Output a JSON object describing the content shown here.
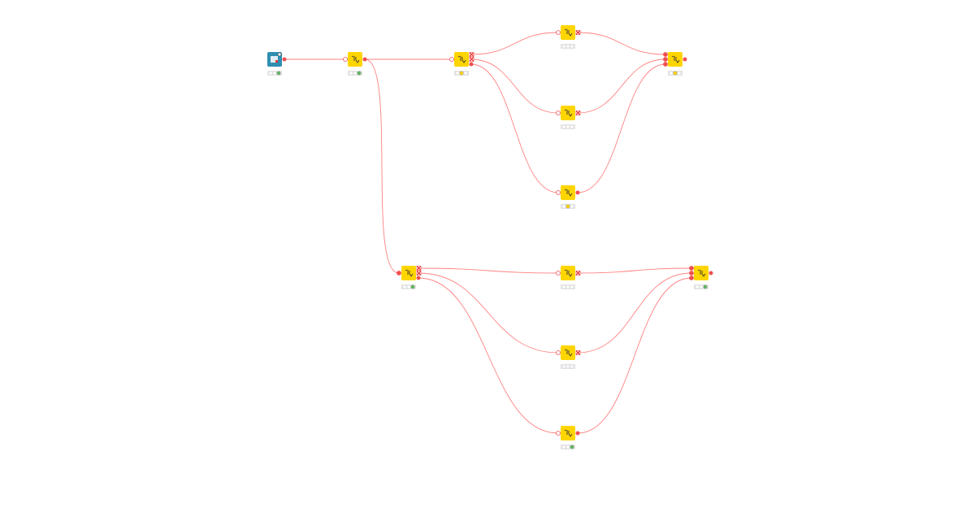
{
  "colors": {
    "node_source": "#2e8fb0",
    "node_manipulator": "#ffd500",
    "connection": "#ff6b6b",
    "port": "#f05050",
    "status_executed": "#5cb85c",
    "status_configured": "#ffd500",
    "status_idle": "#e6e6e6"
  },
  "nodes": [
    {
      "id": "reader",
      "kind": "source",
      "status": "executed"
    },
    {
      "id": "filter1",
      "kind": "manipulator",
      "status": "executed"
    },
    {
      "id": "splitter_top",
      "kind": "manipulator",
      "status": "configured"
    },
    {
      "id": "branch_top_1",
      "kind": "manipulator",
      "status": "idle"
    },
    {
      "id": "branch_top_2",
      "kind": "manipulator",
      "status": "idle"
    },
    {
      "id": "branch_top_3",
      "kind": "manipulator",
      "status": "configured"
    },
    {
      "id": "merge_top",
      "kind": "manipulator",
      "status": "configured"
    },
    {
      "id": "splitter_bottom",
      "kind": "manipulator",
      "status": "executed"
    },
    {
      "id": "branch_bottom_1",
      "kind": "manipulator",
      "status": "idle"
    },
    {
      "id": "branch_bottom_2",
      "kind": "manipulator",
      "status": "idle"
    },
    {
      "id": "branch_bottom_3",
      "kind": "manipulator",
      "status": "executed"
    },
    {
      "id": "merge_bottom",
      "kind": "manipulator",
      "status": "executed"
    }
  ]
}
